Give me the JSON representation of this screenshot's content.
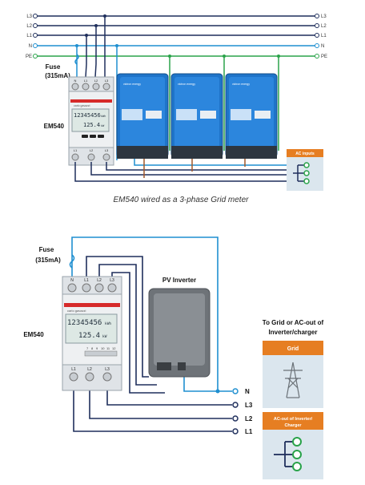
{
  "top": {
    "lines_left": [
      "L3",
      "L2",
      "L1",
      "N",
      "PE"
    ],
    "lines_right": [
      "L3",
      "L2",
      "L1",
      "N",
      "PE"
    ],
    "fuse_label": "Fuse",
    "fuse_rating": "(315mA)",
    "meter_label": "EM540",
    "meter_terminals_top": [
      "N",
      "L1",
      "L2",
      "L3"
    ],
    "meter_terminals_bottom": [
      "L1",
      "L2",
      "L3"
    ],
    "meter_display_main": "12345456",
    "meter_display_unit": "kWh",
    "meter_display_second": "125.4",
    "meter_display_second_unit": "kW",
    "meter_brand": "carlo gavazzi",
    "inverter_brand": "victron energy",
    "inverter_count": 3,
    "ac_inputs_label": "AC inputs",
    "caption": "EM540 wired as a 3-phase Grid meter"
  },
  "bottom": {
    "fuse_label": "Fuse",
    "fuse_rating": "(315mA)",
    "meter_label": "EM540",
    "meter_terminals_top": [
      "N",
      "L1",
      "L2",
      "L3"
    ],
    "meter_terminals_bottom": [
      "L1",
      "L2",
      "L3"
    ],
    "meter_display_main": "12345456",
    "meter_display_unit": "kWh",
    "meter_display_second": "125.4",
    "meter_display_second_unit": "kW",
    "meter_brand": "carlo gavazzi",
    "meter_small_terminals": [
      "7",
      "8",
      "9",
      "10",
      "11",
      "12"
    ],
    "pv_inverter_label": "PV Inverter",
    "lines": [
      "N",
      "L3",
      "L2",
      "L1"
    ],
    "target_heading_1": "To Grid or AC-out of",
    "target_heading_2": "Inverter/charger",
    "grid_label": "Grid",
    "acout_label_1": "AC-out of Inverter/",
    "acout_label_2": "Charger"
  },
  "colors": {
    "blue_wire": "#1f8fd0",
    "dark_wire": "#1f2f5c",
    "green_wire": "#2aa34a",
    "brown_wire": "#a0582a",
    "orange_badge": "#e67e22",
    "panel_bg": "#dbe6ee",
    "inverter_blue": "#1f74c9"
  }
}
